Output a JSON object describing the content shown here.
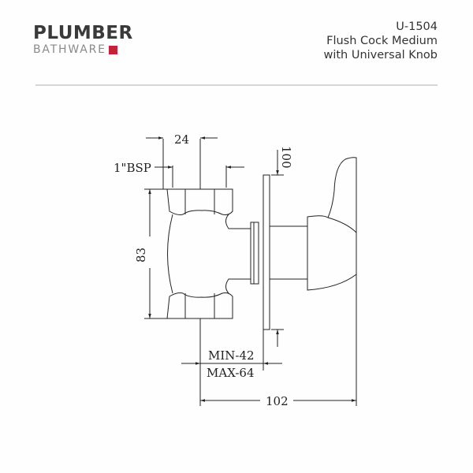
{
  "brand": {
    "name_top": "PLUMBER",
    "name_bottom": "BATHWARE",
    "accent_color": "#c8203c",
    "text_color_dark": "#3a3a3a",
    "text_color_light": "#8a8a8a"
  },
  "product": {
    "code": "U-1504",
    "name_line1": "Flush Cock Medium",
    "name_line2": "with Universal Knob"
  },
  "drawing": {
    "line_color": "#222222",
    "dimensions": {
      "top_width": "24",
      "inlet_thread": "1\"BSP",
      "plate_height": "100",
      "body_height": "83",
      "wall_min": "MIN-42",
      "wall_max": "MAX-64",
      "overall_length": "102"
    }
  }
}
